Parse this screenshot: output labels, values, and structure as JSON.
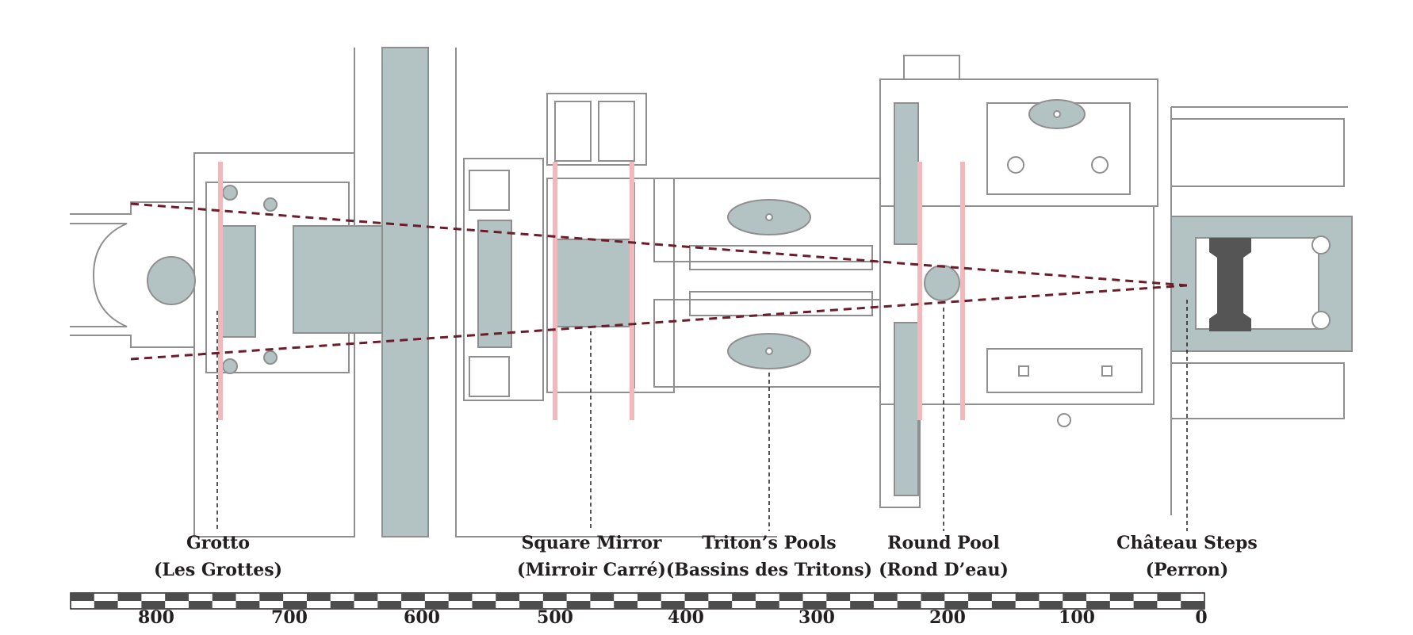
{
  "labels": [
    {
      "id": "grotto",
      "line1": "Grotto",
      "line2": "(Les Grottes)"
    },
    {
      "id": "square-mirror",
      "line1": "Square Mirror",
      "line2": "(Mirroir Carré)"
    },
    {
      "id": "tritons-pools",
      "line1": "Triton’s Pools",
      "line2": "(Bassins des Tritons)"
    },
    {
      "id": "round-pool",
      "line1": "Round Pool",
      "line2": "(Rond D’eau)"
    },
    {
      "id": "chateau-steps",
      "line1": "Château Steps",
      "line2": "(Perron)"
    }
  ],
  "scale": {
    "ticks": [
      "800",
      "700",
      "600",
      "500",
      "400",
      "300",
      "200",
      "100",
      "0"
    ]
  },
  "colors": {
    "water": "#b3c3c3",
    "outline": "#8f8f8f",
    "sightline": "#6b1d2c",
    "marker": "#f2b8bb",
    "building": "#555555"
  }
}
